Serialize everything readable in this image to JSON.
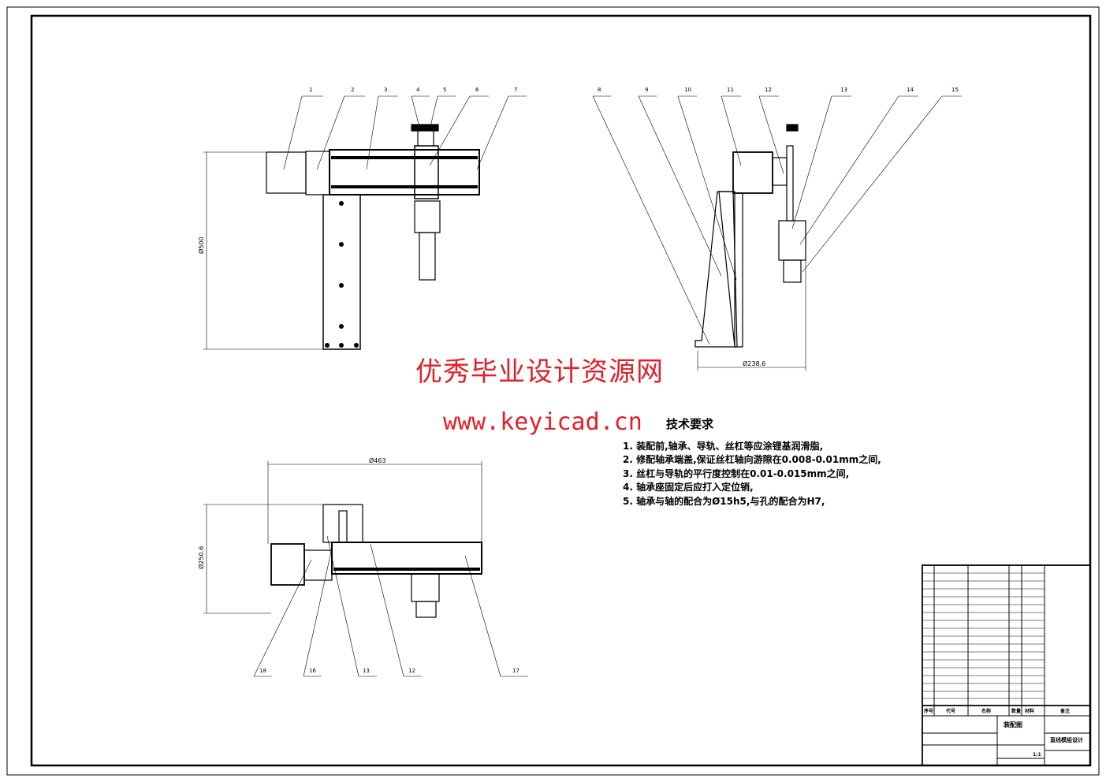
{
  "watermark": {
    "title": "优秀毕业设计资源网",
    "url": "www.keyicad.cn"
  },
  "requirements": {
    "heading": "技术要求",
    "items": [
      "1. 装配前,轴承、导轨、丝杠等应涂锂基润滑脂,",
      "2. 修配轴承端盖,保证丝杠轴向游隙在0.008-0.01mm之间,",
      "3. 丝杠与导轨的平行度控制在0.01-0.015mm之间,",
      "4. 轴承座固定后应打入定位销,",
      "5. 轴承与轴的配合为Ø15h5,与孔的配合为H7,"
    ]
  },
  "balloons": {
    "front": [
      "1",
      "2",
      "3",
      "4",
      "5",
      "6",
      "7"
    ],
    "side": [
      "8",
      "9",
      "10",
      "11",
      "12",
      "13",
      "14",
      "15"
    ],
    "top": [
      "18",
      "16",
      "13",
      "12",
      "17"
    ]
  },
  "dimensions": {
    "front_height": "Ø500",
    "side_width": "Ø238.6",
    "top_width": "Ø463",
    "top_height": "Ø250.6"
  },
  "title_block": {
    "headers": [
      "序号",
      "代号",
      "名称",
      "数量",
      "材料",
      "备注"
    ],
    "drawing_name": "装配图",
    "project": "直线模组设计",
    "scale": "1:1"
  }
}
